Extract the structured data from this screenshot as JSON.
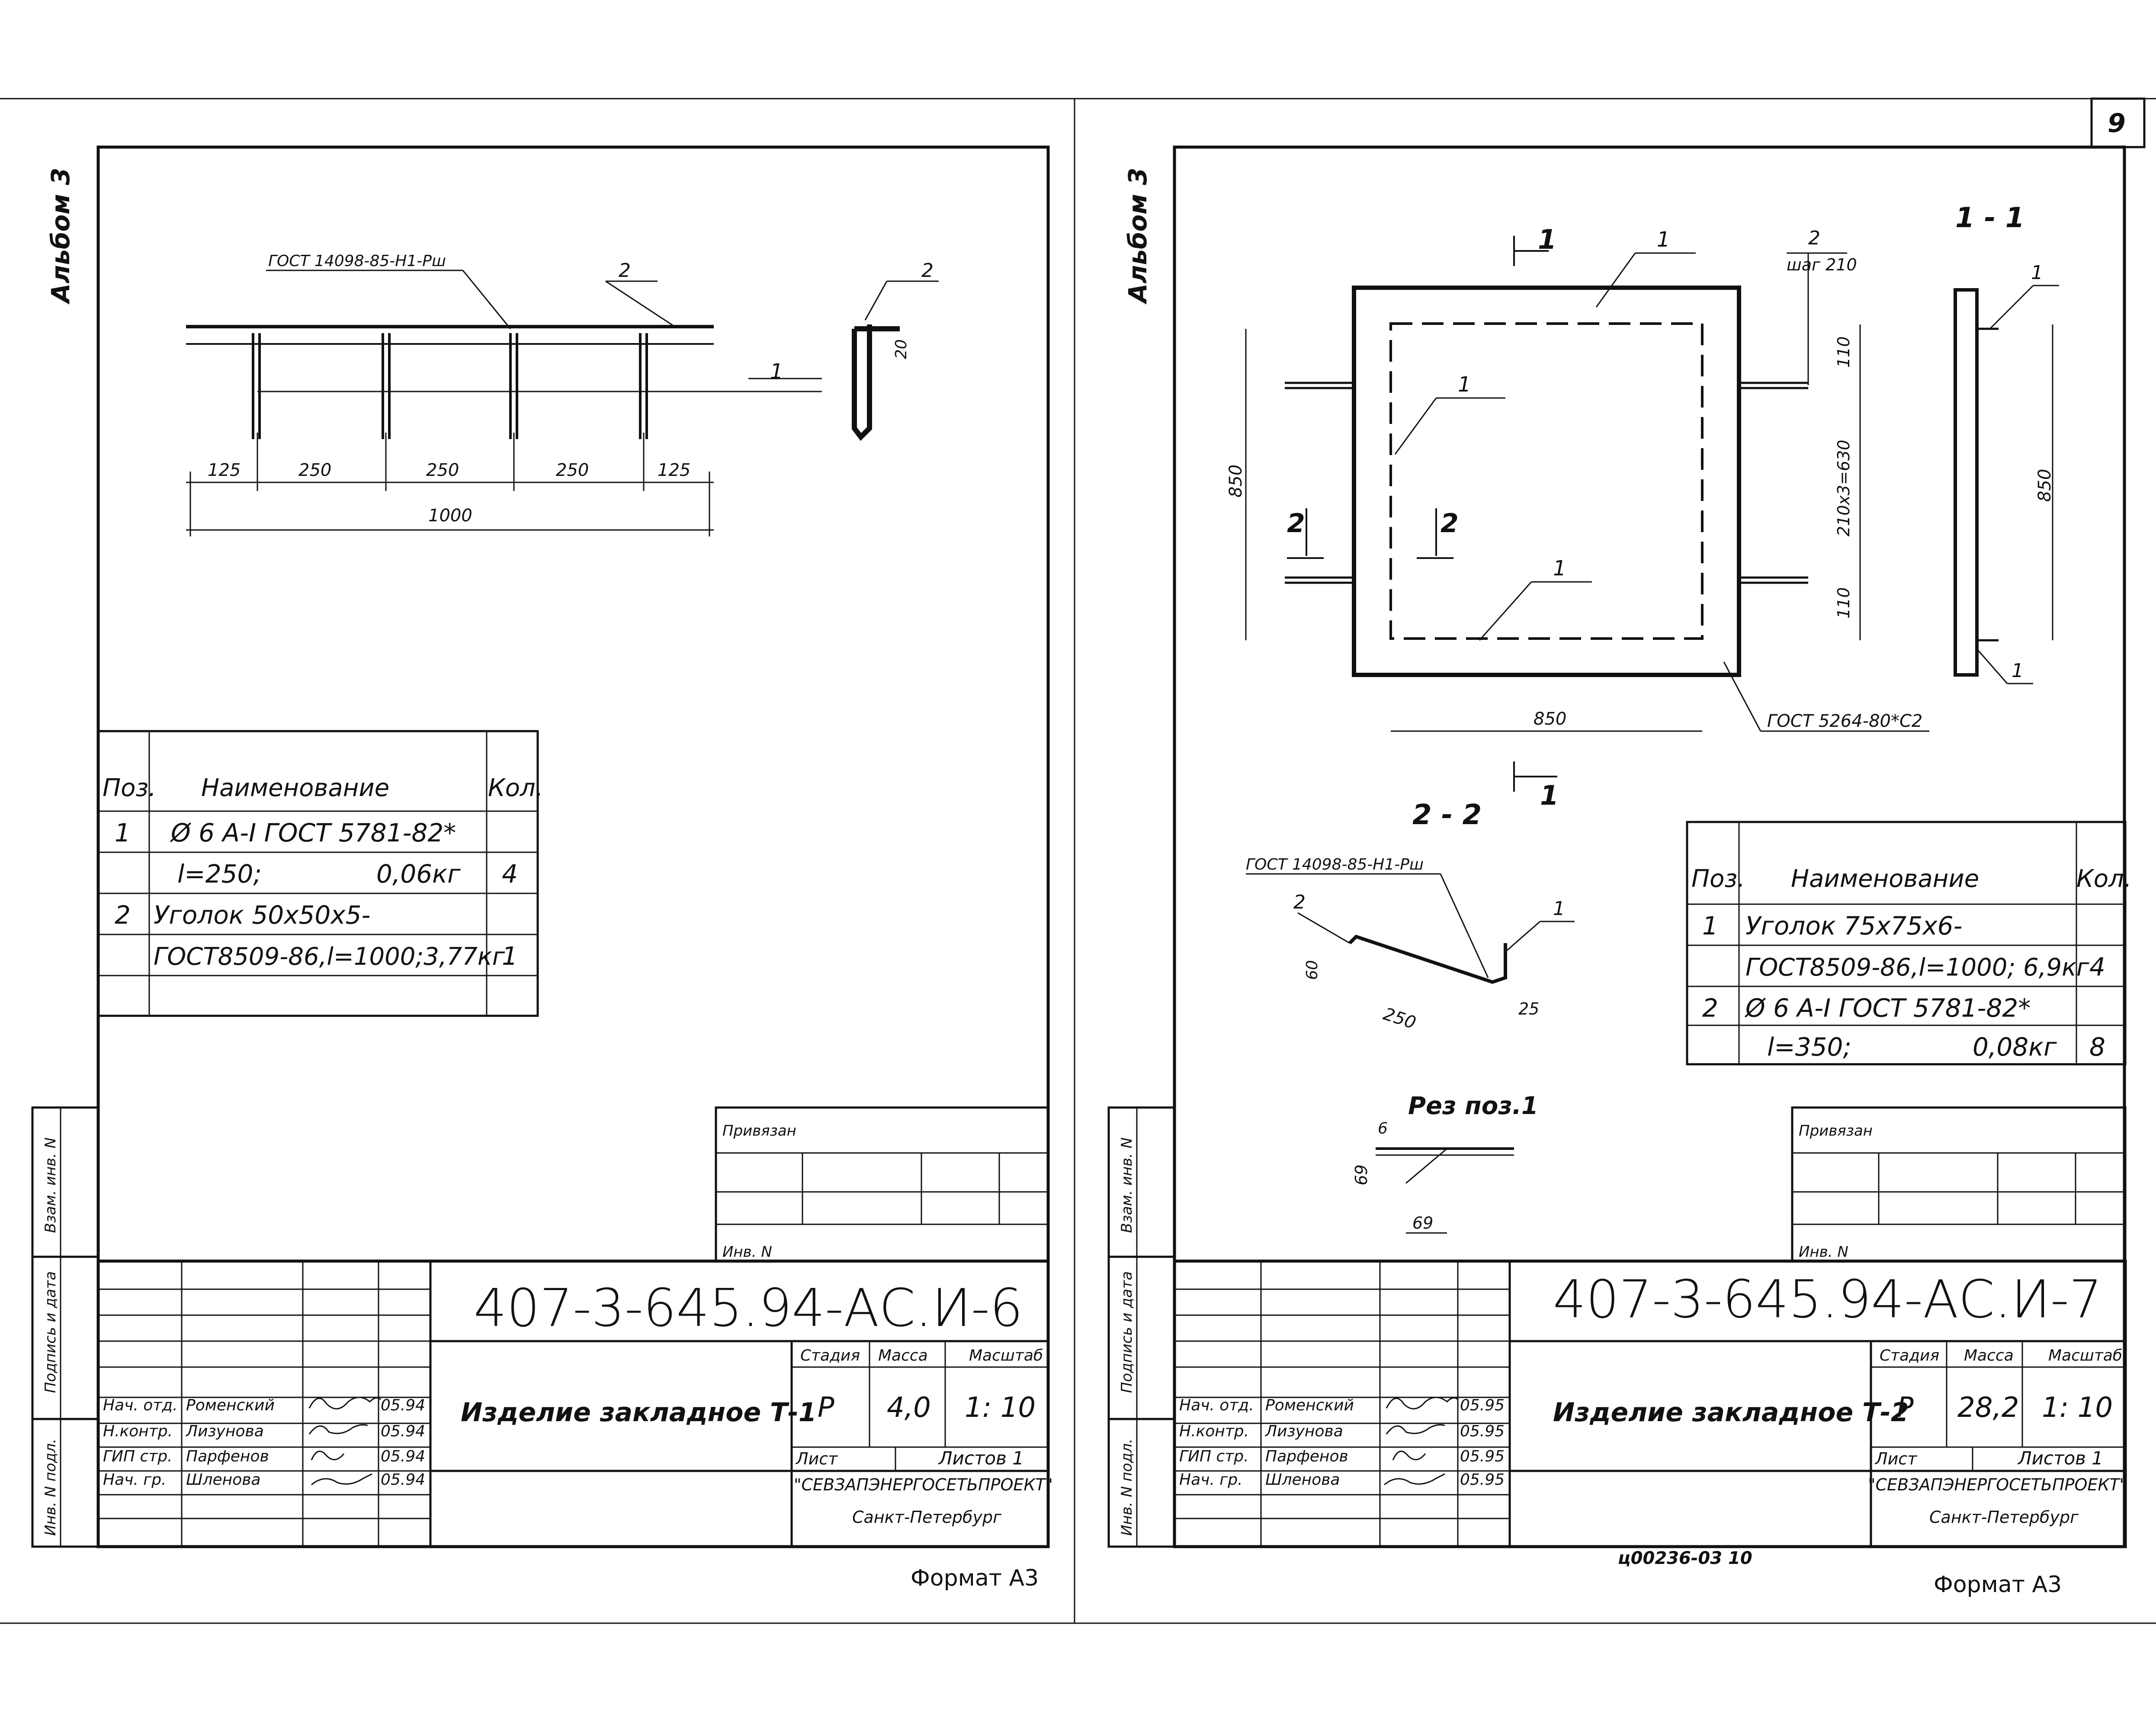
{
  "page_number": "9",
  "left": {
    "album": "Альбом 3",
    "drawing": {
      "gost_label": "ГОСТ 14098-85-Н1-Рш",
      "pos1": "1",
      "pos2": "2",
      "pos2b": "2",
      "dim_20": "20",
      "dims_top": [
        "125",
        "250",
        "250",
        "250",
        "125"
      ],
      "dim_total": "1000"
    },
    "spec": {
      "headers": [
        "Поз.",
        "Наименование",
        "Кол."
      ],
      "rows": [
        {
          "pos": "1",
          "name": "Ø 6 A-I ГОСТ 5781-82*",
          "qty": ""
        },
        {
          "pos": "",
          "name": "l=250;",
          "mass": "0,06кг",
          "qty": "4"
        },
        {
          "pos": "2",
          "name": "Уголок 50х50х5-",
          "qty": ""
        },
        {
          "pos": "",
          "name": "ГОСТ8509-86,l=1000;3,77кг",
          "qty": "1"
        }
      ]
    },
    "side_stamps": [
      "Взам. инв. N",
      "Подпись и дата",
      "Инв. N подл."
    ],
    "title_block": {
      "privyazan": "Привязан",
      "inv": "Инв. N",
      "code": "407-3-645.94-АС.И-6",
      "title": "Изделие закладное Т-1",
      "stage_label": "Стадия",
      "mass_label": "Масса",
      "scale_label": "Масштаб",
      "stage": "Р",
      "mass": "4,0",
      "scale": "1: 10",
      "sheet_label": "Лист",
      "sheets_label": "Листов 1",
      "org": "\"СЕВЗАПЭНЕРГОСЕТЬПРОЕКТ\"",
      "city": "Санкт-Петербург",
      "staff": [
        {
          "role": "Нач. отд.",
          "name": "Роменский",
          "date": "05.94"
        },
        {
          "role": "Н.контр.",
          "name": "Лизунова",
          "date": "05.94"
        },
        {
          "role": "ГИП стр.",
          "name": "Парфенов",
          "date": "05.94"
        },
        {
          "role": "Нач. гр.",
          "name": "Шленова",
          "date": "05.94"
        }
      ]
    },
    "format": "Формат А3"
  },
  "right": {
    "album": "Альбом 3",
    "drawing": {
      "section_11_top": "1",
      "section_11_bot": "1",
      "pos_top": "1",
      "pos_left": "1",
      "pos_bottom": "1",
      "pos2": "2",
      "step": "шаг 210",
      "dim_110a": "110",
      "dim_630": "210х3=630",
      "dim_110b": "110",
      "dim_850_left": "850",
      "dim_850_bottom": "850",
      "section_22a": "2",
      "section_22b": "2",
      "gost_weld": "ГОСТ 5264-80*С2",
      "title_11": "1 - 1",
      "s11_pos_top": "1",
      "s11_pos_bot": "1",
      "s11_dim": "850",
      "title_22": "2 - 2",
      "s22_gost": "ГОСТ 14098-85-Н1-Рш",
      "s22_pos2": "2",
      "s22_pos1": "1",
      "s22_dim60": "60",
      "s22_dim250": "250",
      "s22_dim25": "25",
      "rez_title": "Рез поз.1",
      "rez_6": "6",
      "rez_69a": "69",
      "rez_69b": "69"
    },
    "spec": {
      "headers": [
        "Поз.",
        "Наименование",
        "Кол."
      ],
      "rows": [
        {
          "pos": "1",
          "name": "Уголок 75х75х6-",
          "qty": ""
        },
        {
          "pos": "",
          "name": "ГОСТ8509-86,l=1000; 6,9кг",
          "qty": "4"
        },
        {
          "pos": "2",
          "name": "Ø 6 A-I ГОСТ 5781-82*",
          "qty": ""
        },
        {
          "pos": "",
          "name": "l=350;",
          "mass": "0,08кг",
          "qty": "8"
        }
      ]
    },
    "side_stamps": [
      "Взам. инв. N",
      "Подпись и дата",
      "Инв. N подл."
    ],
    "title_block": {
      "privyazan": "Привязан",
      "inv": "Инв. N",
      "code": "407-3-645.94-АС.И-7",
      "title": "Изделие закладное Т-2",
      "stage_label": "Стадия",
      "mass_label": "Масса",
      "scale_label": "Масштаб",
      "stage": "Р",
      "mass": "28,2",
      "scale": "1: 10",
      "sheet_label": "Лист",
      "sheets_label": "Листов 1",
      "org": "\"СЕВЗАПЭНЕРГОСЕТЬПРОЕКТ\"",
      "city": "Санкт-Петербург",
      "staff": [
        {
          "role": "Нач. отд.",
          "name": "Роменский",
          "date": "05.95"
        },
        {
          "role": "Н.контр.",
          "name": "Лизунова",
          "date": "05.95"
        },
        {
          "role": "ГИП стр.",
          "name": "Парфенов",
          "date": "05.95"
        },
        {
          "role": "Нач. гр.",
          "name": "Шленова",
          "date": "05.95"
        }
      ]
    },
    "archive_code": "ц00236-03   10",
    "format": "Формат А3"
  }
}
